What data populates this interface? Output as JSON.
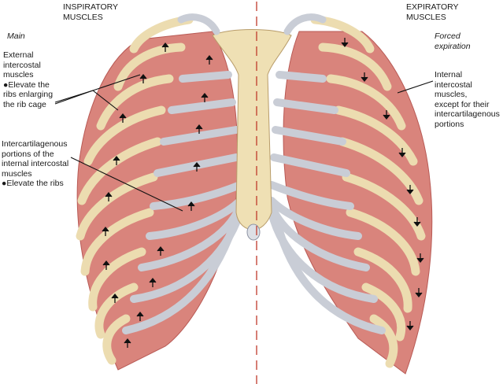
{
  "headings": {
    "left": "INSPIRATORY\nMUSCLES",
    "right": "EXPIRATORY\nMUSCLES"
  },
  "left_labels": {
    "main": "Main",
    "external": "External\nintercostal\nmuscles\n●Elevate the\nribs enlarging\nthe rib cage",
    "intercartilagenous": "Intercartilagenous\nportions of the\ninternal intercostal\nmuscles\n●Elevate the ribs"
  },
  "right_labels": {
    "forced": "Forced\nexpiration",
    "internal": "Internal\nintercostal\nmuscles,\nexcept for their\nintercartilagenous\nportions"
  },
  "colors": {
    "muscle": "#d9847c",
    "muscle_dark": "#b85a55",
    "rib": "#ecdcb0",
    "rib_outline": "#b89c6a",
    "cartilage": "#c9cdd6",
    "cartilage_outline": "#8c93a3",
    "sternum": "#efe0b4",
    "midline": "#c0392b"
  }
}
